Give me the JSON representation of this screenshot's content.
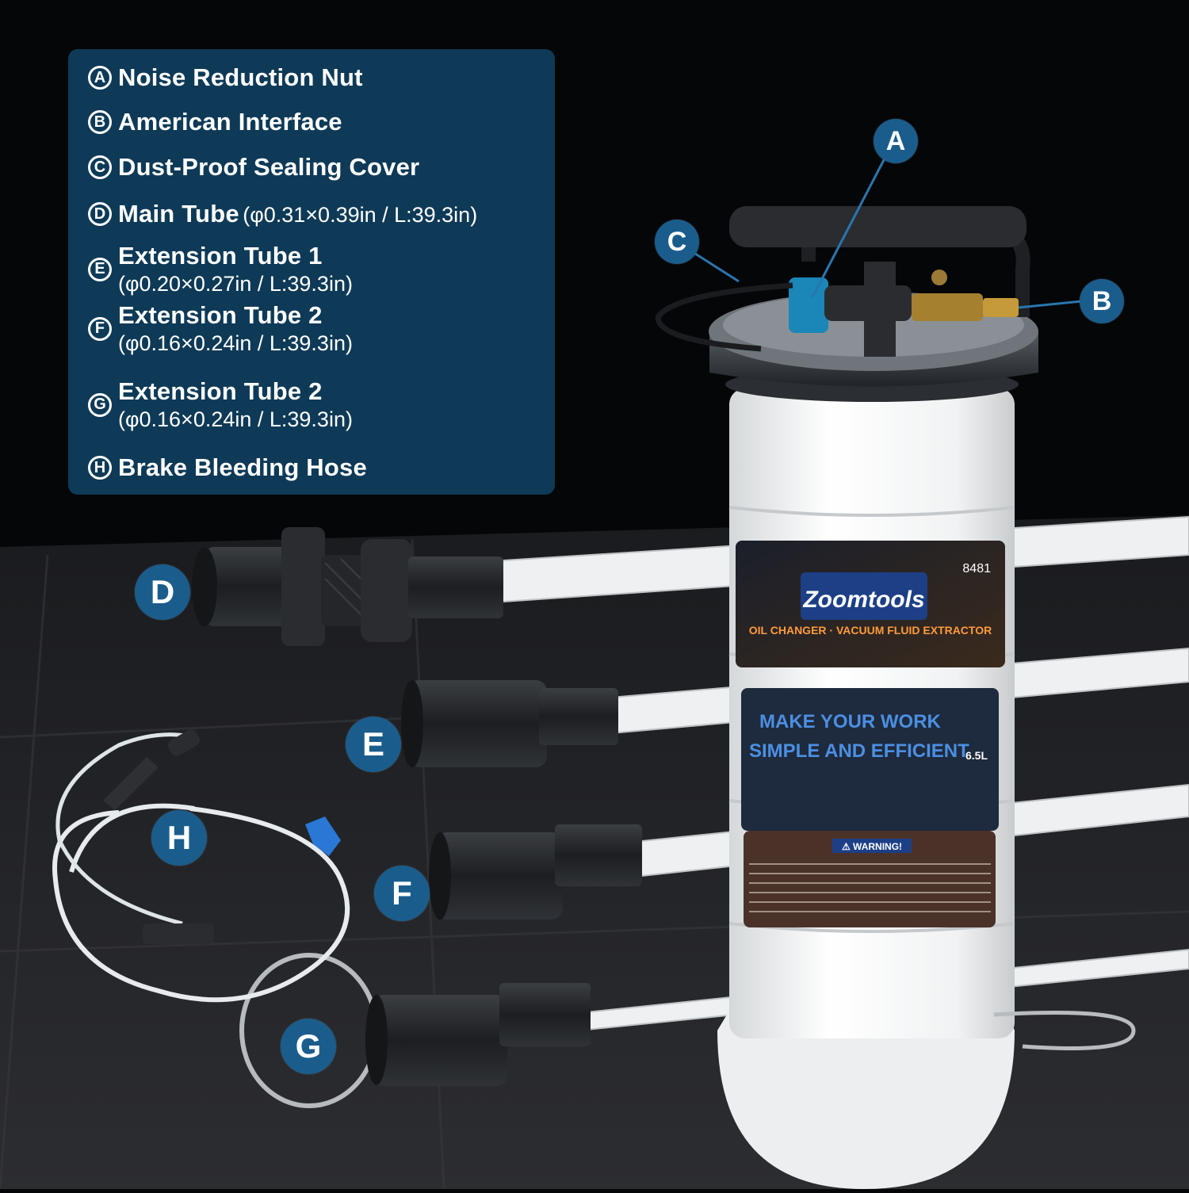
{
  "legend": {
    "items": [
      {
        "letter": "A",
        "name": "Noise Reduction Nut",
        "dims": ""
      },
      {
        "letter": "B",
        "name": "American Interface",
        "dims": ""
      },
      {
        "letter": "C",
        "name": "Dust-Proof Sealing Cover",
        "dims": ""
      },
      {
        "letter": "D",
        "name": "Main Tube",
        "dims": "(φ0.31×0.39in / L:39.3in)"
      },
      {
        "letter": "E",
        "name": "Extension Tube 1",
        "dims": "(φ0.20×0.27in / L:39.3in)"
      },
      {
        "letter": "F",
        "name": "Extension Tube 2",
        "dims": "(φ0.16×0.24in / L:39.3in)"
      },
      {
        "letter": "G",
        "name": "Extension Tube 2",
        "dims": "(φ0.16×0.24in / L:39.3in)"
      },
      {
        "letter": "H",
        "name": "Brake Bleeding Hose",
        "dims": ""
      }
    ]
  },
  "callouts": {
    "a": "A",
    "b": "B",
    "c": "C",
    "d": "D",
    "e": "E",
    "f": "F",
    "g": "G",
    "h": "H"
  },
  "product": {
    "brand": "Zoomtools",
    "model": "8481",
    "subtitle": "OIL CHANGER · VACUUM FLUID EXTRACTOR",
    "headline1": "MAKE YOUR WORK",
    "headline2": "SIMPLE AND EFFICIENT",
    "capacity": "6.5L",
    "warning": "⚠ WARNING!"
  },
  "colors": {
    "panel": "#0e3a57",
    "callout": "#1a5d8c",
    "background": "#050608"
  }
}
